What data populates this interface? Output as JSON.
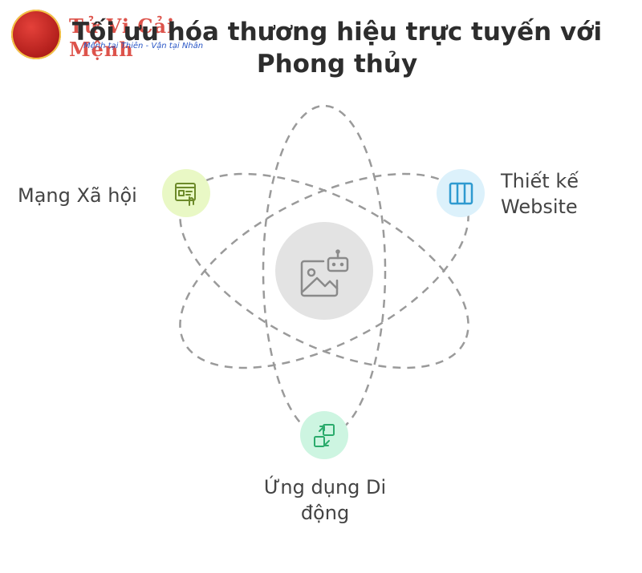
{
  "title": "Tối ưu hóa thương hiệu trực tuyến với Phong thủy",
  "logo": {
    "brand": "Tử Vi Cải Mệnh",
    "slogan": "Mệnh tại Thiên - Vận tại Nhân"
  },
  "center": {
    "icon": "image-with-bot-icon"
  },
  "nodes": [
    {
      "id": "social",
      "label": "Mạng Xã hội",
      "icon": "social-media-app-icon",
      "color": "#e9f8c5"
    },
    {
      "id": "web",
      "label": "Thiết kế Website",
      "icon": "website-layout-icon",
      "color": "#dcf1fb"
    },
    {
      "id": "mobile",
      "label": "Ứng dụng Di động",
      "icon": "mobile-app-arrows-icon",
      "color": "#cdf5e1"
    }
  ],
  "colors": {
    "orbit": "#9a9a9a",
    "center": "#e3e3e3",
    "center_icon": "#8a8a8a",
    "social_icon": "#6d8a2a",
    "web_icon": "#2e9ad0",
    "mobile_icon": "#2bab6c"
  }
}
